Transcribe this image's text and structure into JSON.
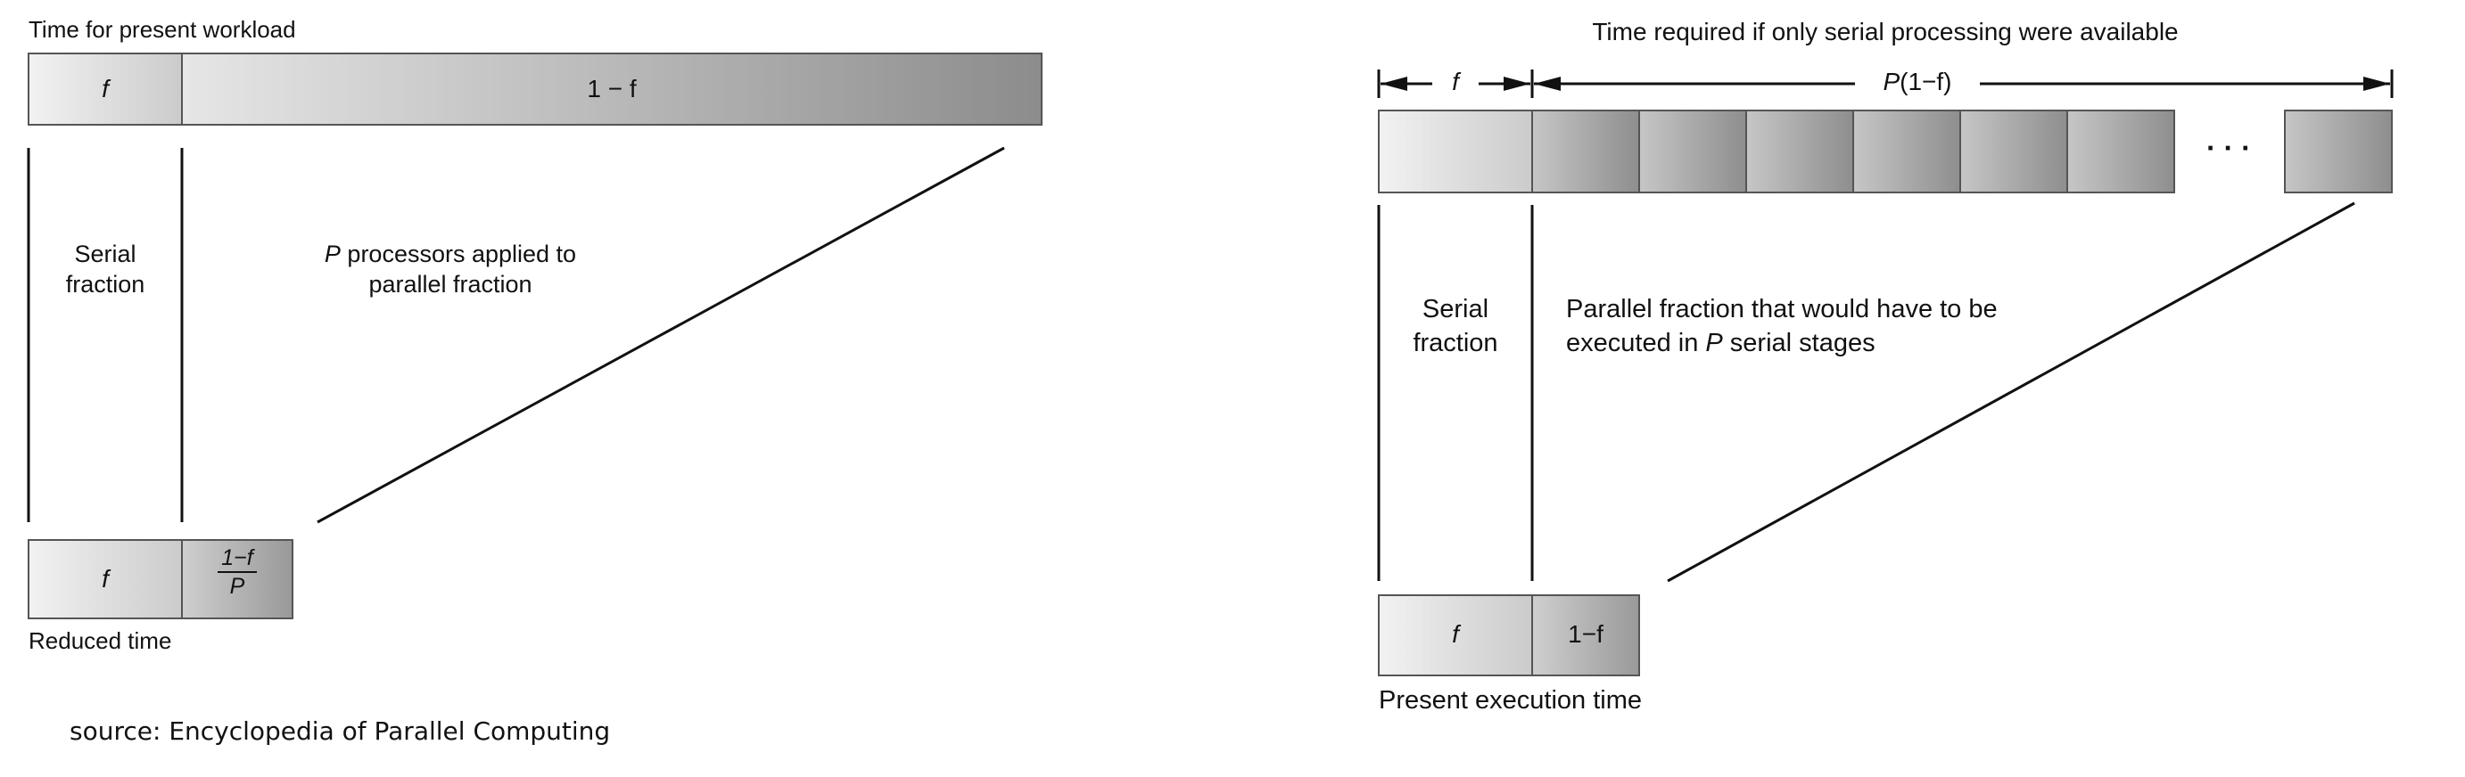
{
  "left": {
    "top_caption": "Time for present workload",
    "bar_f_label": "f",
    "bar_rest_label": "1 − f",
    "serial_line1": "Serial",
    "serial_line2": "fraction",
    "parallel_line1_var": "P",
    "parallel_line1_rest": " processors applied to",
    "parallel_line2": "parallel fraction",
    "reduced_f_label": "f",
    "reduced_frac_num": "1−f",
    "reduced_frac_den": "P",
    "bottom_caption": "Reduced time"
  },
  "right": {
    "top_caption": "Time required if only serial processing were available",
    "dim_f_label": "f",
    "dim_p_var": "P",
    "dim_p_rest": "(1−f)",
    "ellipsis": "· · ·",
    "serial_line1": "Serial",
    "serial_line2": "fraction",
    "parallel_line1": "Parallel fraction that would have to be",
    "parallel_line2_pre": "executed in ",
    "parallel_line2_var": "P",
    "parallel_line2_post": " serial stages",
    "present_f_label": "f",
    "present_rest_label": "1−f",
    "bottom_caption": "Present execution time"
  },
  "source": "source: Encyclopedia of Parallel Computing"
}
